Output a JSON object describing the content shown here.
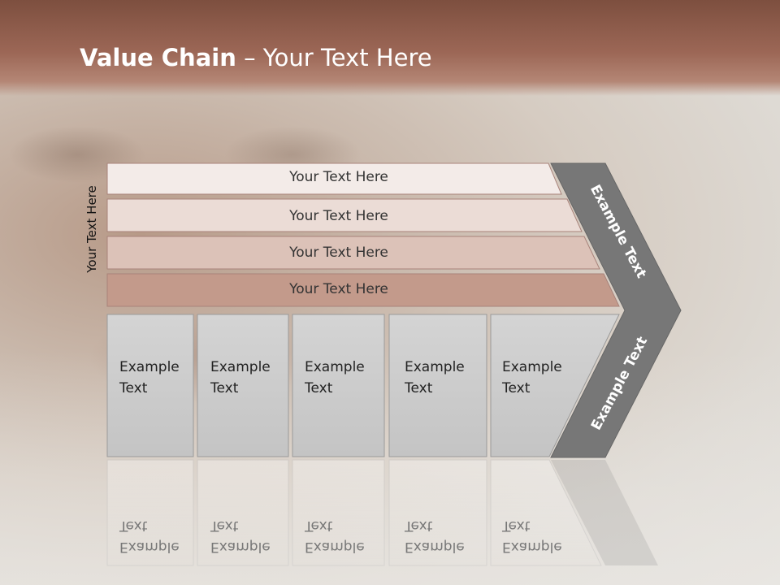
{
  "title": {
    "bold": "Value Chain",
    "rest": " – Your Text Here"
  },
  "side_label": "Your Text Here",
  "bars": [
    "Your Text Here",
    "Your Text Here",
    "Your Text Here",
    "Your Text Here"
  ],
  "columns": [
    [
      "Example",
      "Text"
    ],
    [
      "Example",
      "Text"
    ],
    [
      "Example",
      "Text"
    ],
    [
      "Example",
      "Text"
    ],
    [
      "Example",
      "Text"
    ]
  ],
  "chevron_top": "Example Text",
  "chevron_bottom": "Example Text",
  "colors": {
    "header": "#9c6756",
    "bar1": "#f2e8e6",
    "bar2": "#ead8d2",
    "bar3": "#dcc0b6",
    "bar4": "#c4978a",
    "column": "#cfcfcf",
    "chevron": "#7a7a7a"
  }
}
